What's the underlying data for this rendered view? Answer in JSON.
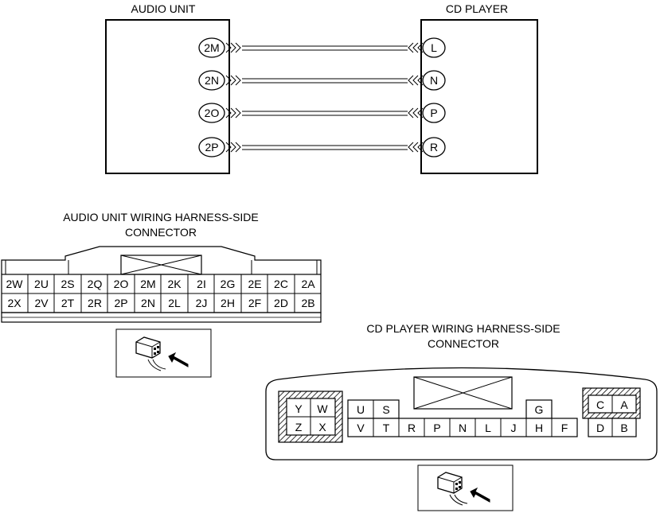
{
  "schematic": {
    "left_unit": {
      "label": "AUDIO UNIT",
      "pins": [
        "2M",
        "2N",
        "2O",
        "2P"
      ]
    },
    "right_unit": {
      "label": "CD PLAYER",
      "pins": [
        "L",
        "N",
        "P",
        "R"
      ]
    }
  },
  "audio_connector": {
    "title_lines": [
      "AUDIO UNIT WIRING HARNESS-SIDE",
      "CONNECTOR"
    ],
    "rows": [
      [
        "2W",
        "2U",
        "2S",
        "2Q",
        "2O",
        "2M",
        "2K",
        "2I",
        "2G",
        "2E",
        "2C",
        "2A"
      ],
      [
        "2X",
        "2V",
        "2T",
        "2R",
        "2P",
        "2N",
        "2L",
        "2J",
        "2H",
        "2F",
        "2D",
        "2B"
      ]
    ]
  },
  "cd_connector": {
    "title_lines": [
      "CD PLAYER WIRING HARNESS-SIDE",
      "CONNECTOR"
    ],
    "left_block": [
      [
        "Y",
        "W"
      ],
      [
        "Z",
        "X"
      ]
    ],
    "center_top": [
      "U",
      "S",
      "G"
    ],
    "center_bottom": [
      "V",
      "T",
      "R",
      "P",
      "N",
      "L",
      "J",
      "H",
      "F"
    ],
    "right_block": [
      [
        "C",
        "A"
      ],
      [
        "D",
        "B"
      ]
    ]
  },
  "icons": [
    "connector-view-arrow-icon",
    "hatched-lock-icon",
    "x-box-icon"
  ]
}
